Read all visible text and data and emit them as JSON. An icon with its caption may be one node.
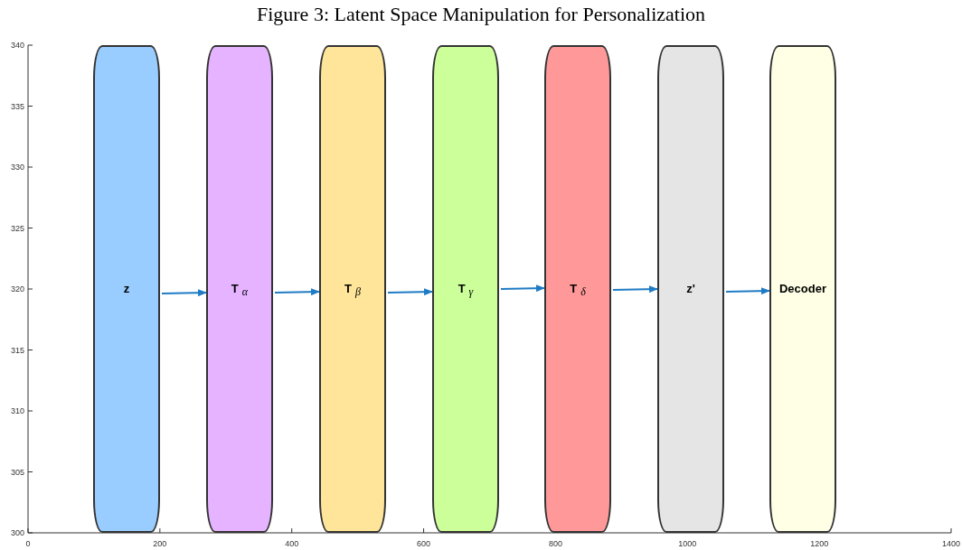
{
  "diagram": {
    "title": "Figure 3: Latent Space Manipulation for Personalization",
    "nodes": [
      {
        "text": [
          "z"
        ]
      },
      {
        "text": [
          "T$_{α}$"
        ]
      },
      {
        "text": [
          "T$_{β}$"
        ]
      },
      {
        "text": [
          "T$_{γ}$"
        ]
      },
      {
        "text": [
          "T$_{δ}$"
        ]
      },
      {
        "text": [
          "z'"
        ]
      },
      {
        "text": [
          "Decoder"
        ]
      }
    ],
    "edges": [
      {
        "from": 0,
        "to": 1,
        "arrow": "to"
      },
      {
        "from": 1,
        "to": 2,
        "arrow": "to"
      },
      {
        "from": 2,
        "to": 3,
        "arrow": "to"
      },
      {
        "from": 3,
        "to": 4,
        "arrow": "to"
      },
      {
        "from": 4,
        "to": 5,
        "arrow": "to"
      },
      {
        "from": 5,
        "to": 6,
        "arrow": "to"
      }
    ],
    "labels": [
      "340",
      "335",
      "330",
      "325",
      "320",
      "315",
      "310",
      "305",
      "300",
      "0",
      "200",
      "400",
      "600",
      "800",
      "1000",
      "1200",
      "1400"
    ]
  }
}
